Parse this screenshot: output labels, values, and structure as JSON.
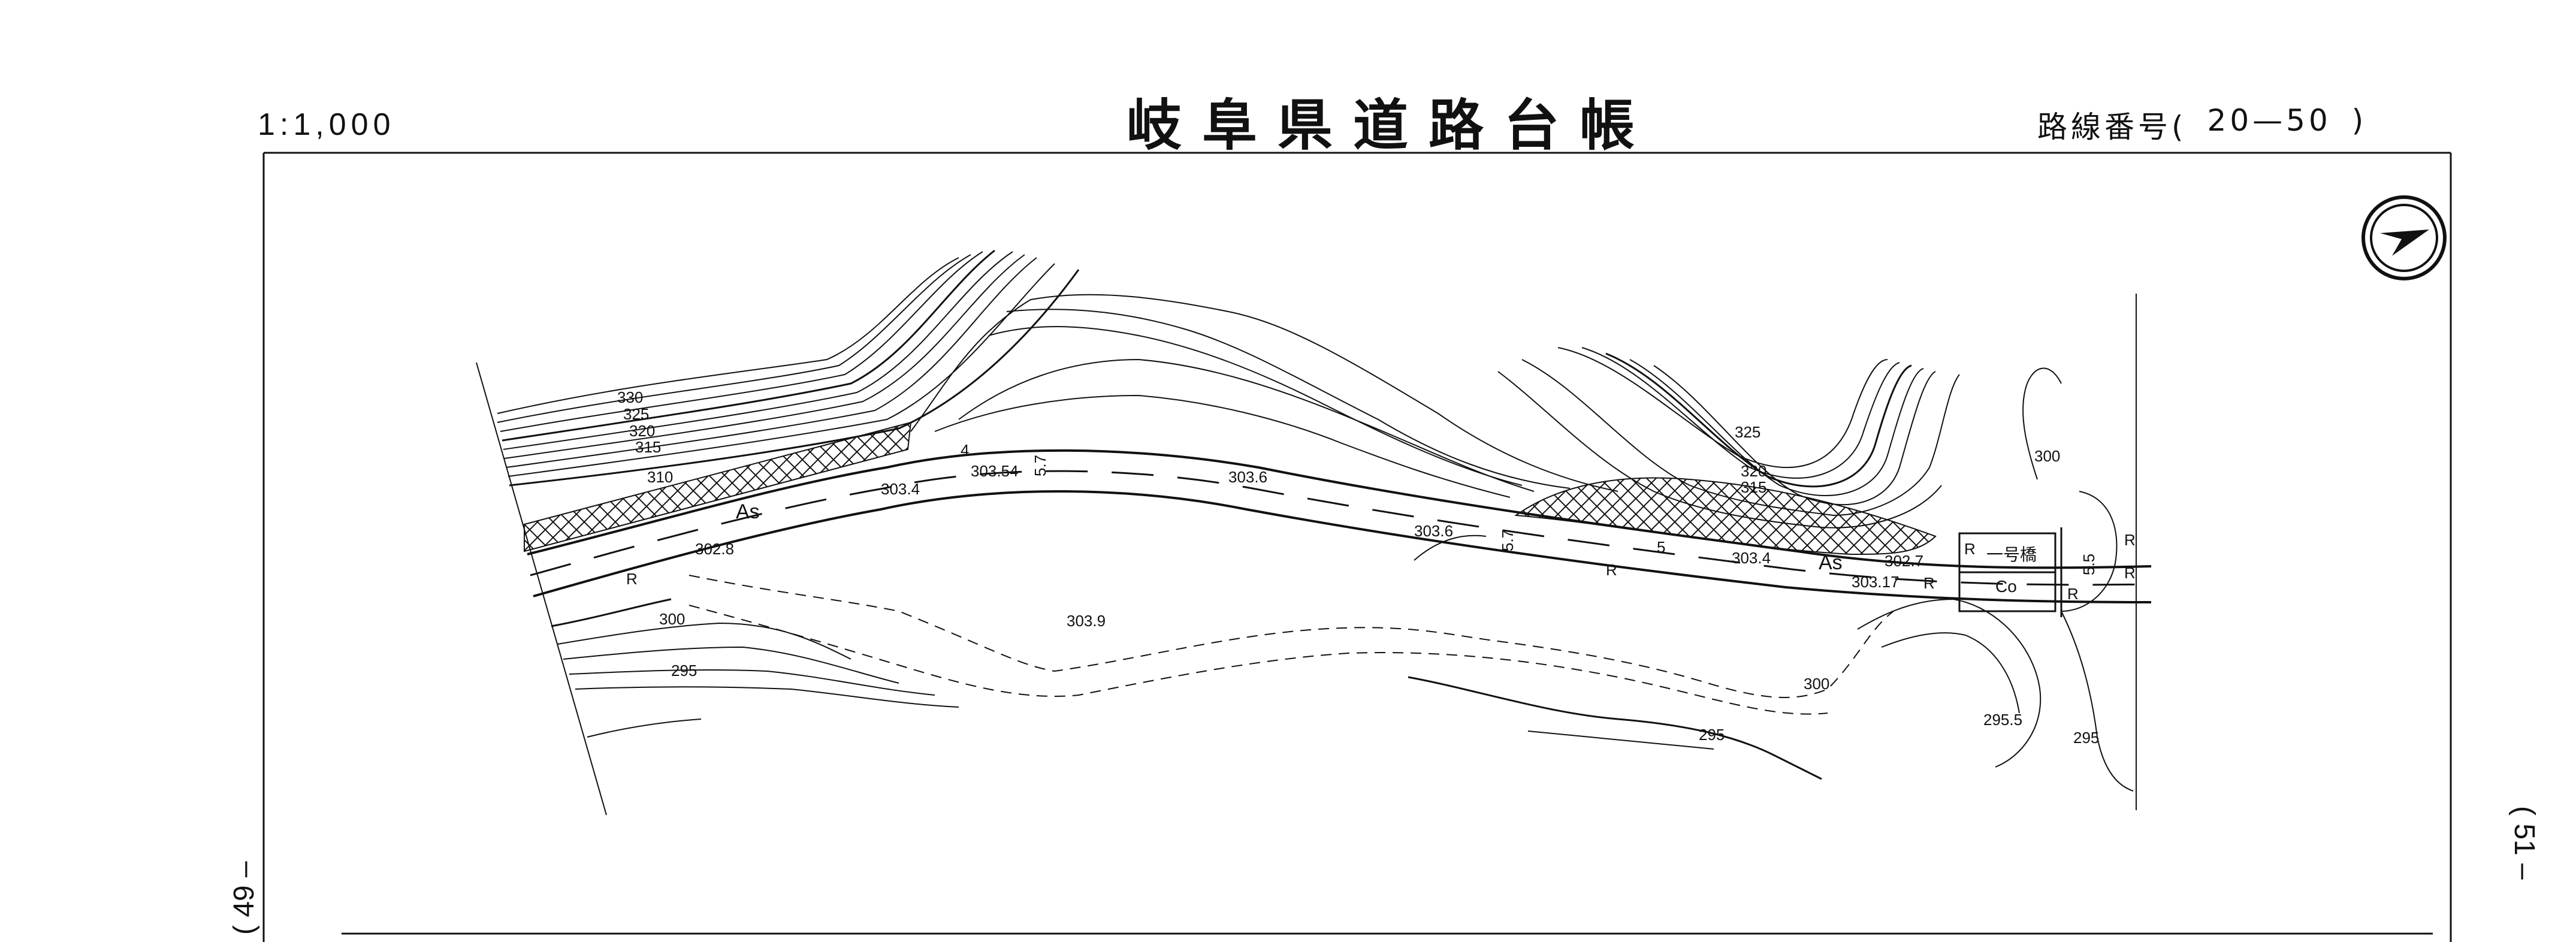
{
  "header": {
    "scale": "1:1,000",
    "title": "岐阜県道路台帳",
    "route_label": "路線番号(",
    "route_number": "20—50",
    "route_close": ")"
  },
  "sheet_refs": {
    "left": "( 49 –",
    "right": "( 51 –"
  },
  "map": {
    "north_arrow": "north-arrow-icon",
    "contour_labels": [
      "330",
      "325",
      "320",
      "315",
      "310",
      "300",
      "295",
      "325",
      "320",
      "315",
      "300",
      "300",
      "295",
      "295"
    ],
    "elevations": [
      "303.4",
      "303.54",
      "303.6",
      "302.8",
      "303.9",
      "303.6",
      "303.4",
      "302.7",
      "303.17",
      "295.5"
    ],
    "widths": [
      "4",
      "5.7",
      "5.7",
      "5",
      "5.5"
    ],
    "surface_labels": [
      "As",
      "As",
      "Co"
    ],
    "markers": [
      "R",
      "R",
      "R",
      "R",
      "R",
      "R",
      "R"
    ],
    "bridge_name": "一号橋"
  },
  "colors": {
    "ink": "#111111",
    "paper": "#ffffff"
  }
}
